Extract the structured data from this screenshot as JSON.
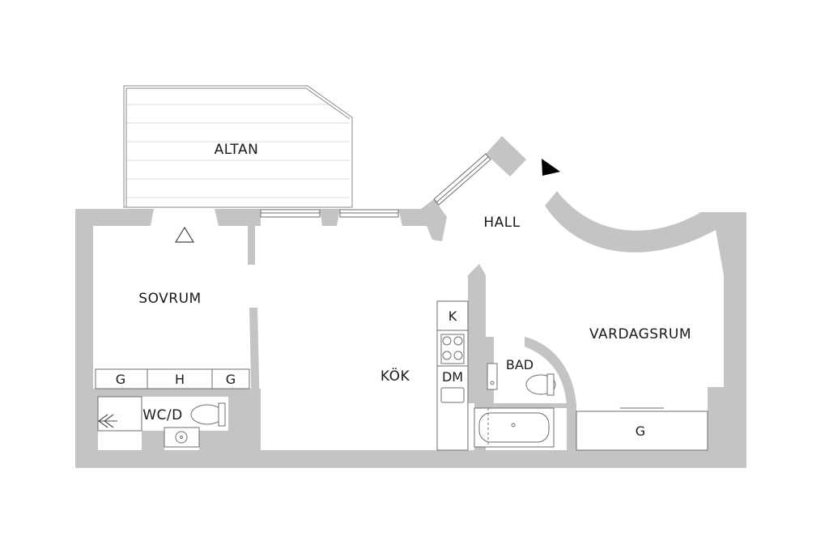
{
  "rooms": {
    "altan": "ALTAN",
    "hall": "HALL",
    "sovrum": "SOVRUM",
    "kok": "KÖK",
    "vardagsrum": "VARDAGSRUM",
    "bad": "BAD",
    "wcd": "WC/D"
  },
  "fixtures": {
    "k": "K",
    "dm": "DM",
    "g_left": "G",
    "h": "H",
    "g_mid": "G",
    "g_right": "G"
  },
  "icons": {
    "entrance": "entrance-arrow-icon",
    "balcony_door": "balcony-door-triangle-icon",
    "washer": "laundry-symbol-icon"
  },
  "colors": {
    "wall": "#c4c4c4",
    "line": "#6e6e6e",
    "text": "#1a1a1a"
  }
}
